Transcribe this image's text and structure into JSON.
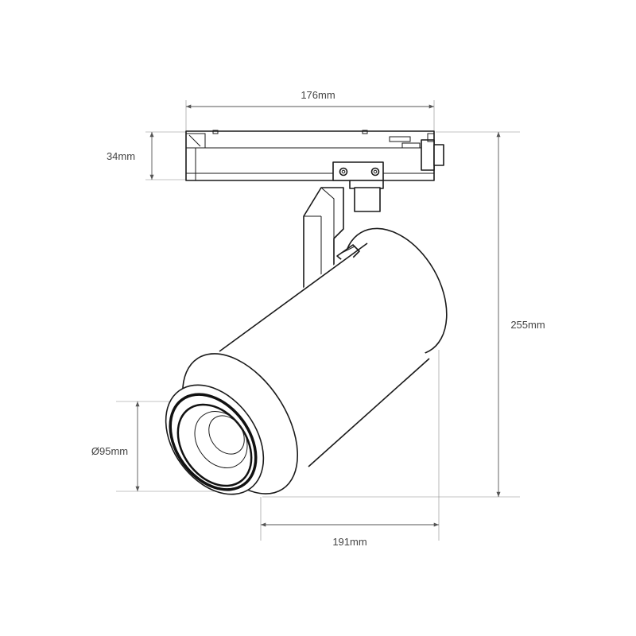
{
  "dimensions": {
    "track_width": "176mm",
    "track_height": "34mm",
    "total_height": "255mm",
    "body_length": "191mm",
    "lens_diameter": "Ø95mm"
  },
  "colors": {
    "line": "#1a1a1a",
    "dimension": "#555555",
    "text": "#444444",
    "background": "#ffffff"
  }
}
